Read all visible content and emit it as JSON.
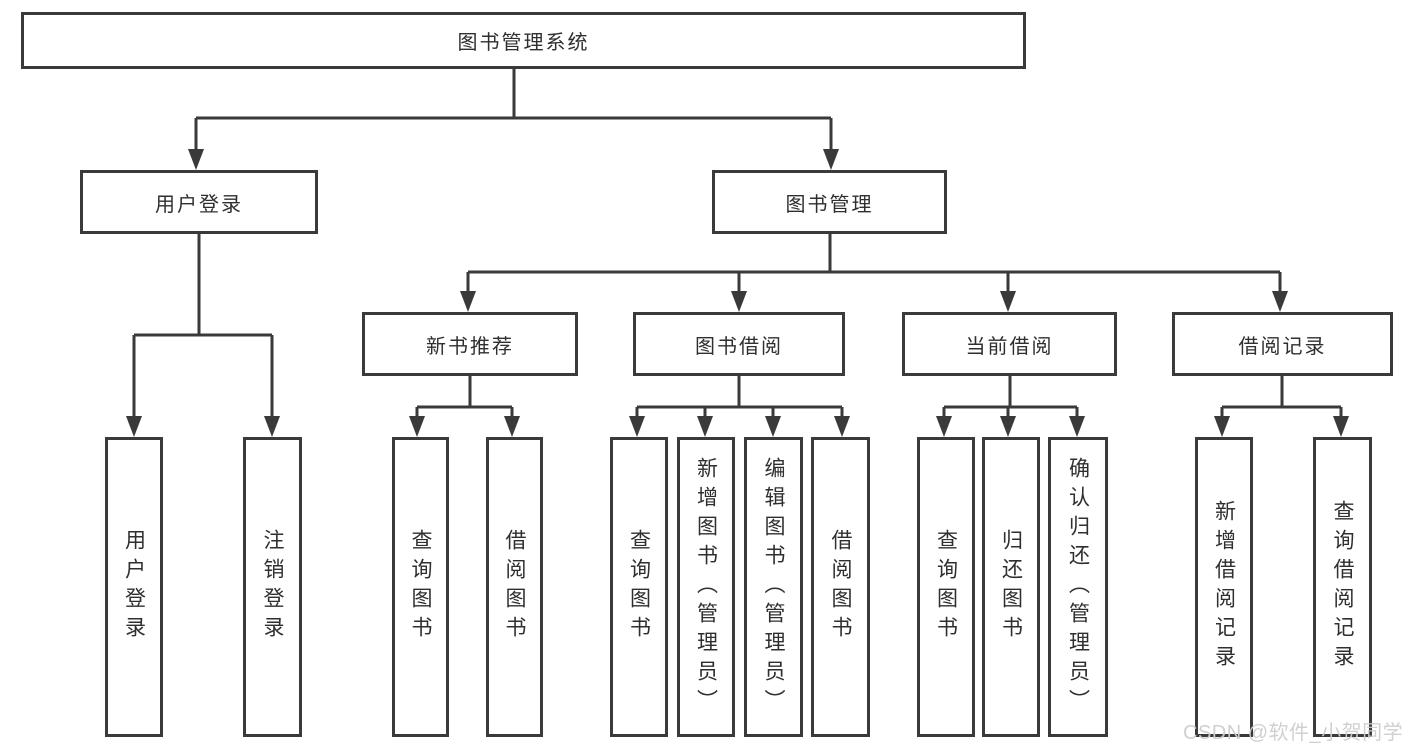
{
  "diagram": {
    "root": {
      "label": "图书管理系统"
    },
    "branches": [
      {
        "label": "用户登录",
        "children": [
          "用户登录",
          "注销登录"
        ]
      },
      {
        "label": "图书管理",
        "children": [
          {
            "label": "新书推荐",
            "children": [
              "查询图书",
              "借阅图书"
            ]
          },
          {
            "label": "图书借阅",
            "children": [
              "查询图书",
              "新增图书（管理员）",
              "编辑图书（管理员）",
              "借阅图书"
            ]
          },
          {
            "label": "当前借阅",
            "children": [
              "查询图书",
              "归还图书",
              "确认归还（管理员）"
            ]
          },
          {
            "label": "借阅记录",
            "children": [
              "新增借阅记录",
              "查询借阅记录"
            ]
          }
        ]
      }
    ],
    "watermark": "CSDN @软件_小贺同学",
    "colors": {
      "line": "#3a3a3a",
      "box_border": "#3a3a3a",
      "text": "#2f2f2f",
      "watermark": "#cdcdcd",
      "background": "#ffffff"
    }
  }
}
